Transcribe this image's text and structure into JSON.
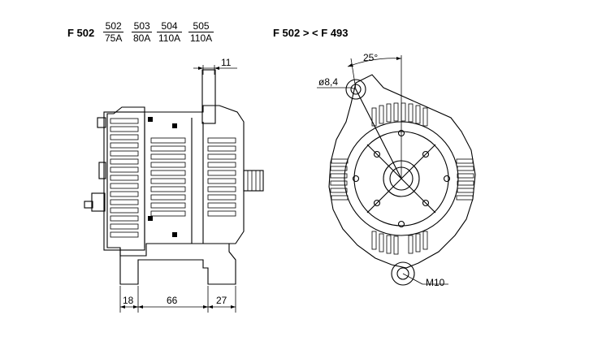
{
  "header": {
    "model": "F 502",
    "variants": [
      {
        "code": "502",
        "rating": "75A"
      },
      {
        "code": "503",
        "rating": "80A"
      },
      {
        "code": "504",
        "rating": "110A"
      },
      {
        "code": "505",
        "rating": "110A"
      }
    ],
    "supersession": "F 502 > < F 493"
  },
  "side_view": {
    "dim_top": "11",
    "dim_bottom": [
      "18",
      "66",
      "27"
    ]
  },
  "front_view": {
    "angle": "25°",
    "hole_diameter": "ø8,4",
    "thread": "M10"
  }
}
